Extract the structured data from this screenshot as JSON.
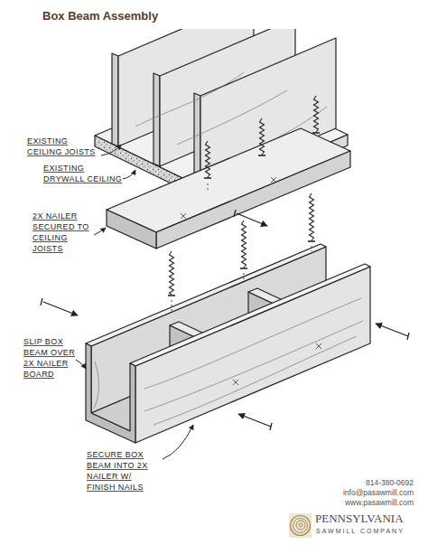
{
  "diagram": {
    "title": "Box Beam Assembly",
    "labels": [
      "EXISTING CEILING JOISTS",
      "EXISTING DRYWALL CEILING",
      "2X NAILER SECURED TO CEILING JOISTS",
      "SLIP BOX BEAM OVER 2X NAILER BOARD",
      "SECURE BOX BEAM INTO 2X NAILER W/ FINISH NAILS",
      "814-380-0692",
      "info@pasawmill.com",
      "www.pasawmill.com",
      "PENNSYLVANIA",
      "SAWMILL COMPANY"
    ]
  }
}
